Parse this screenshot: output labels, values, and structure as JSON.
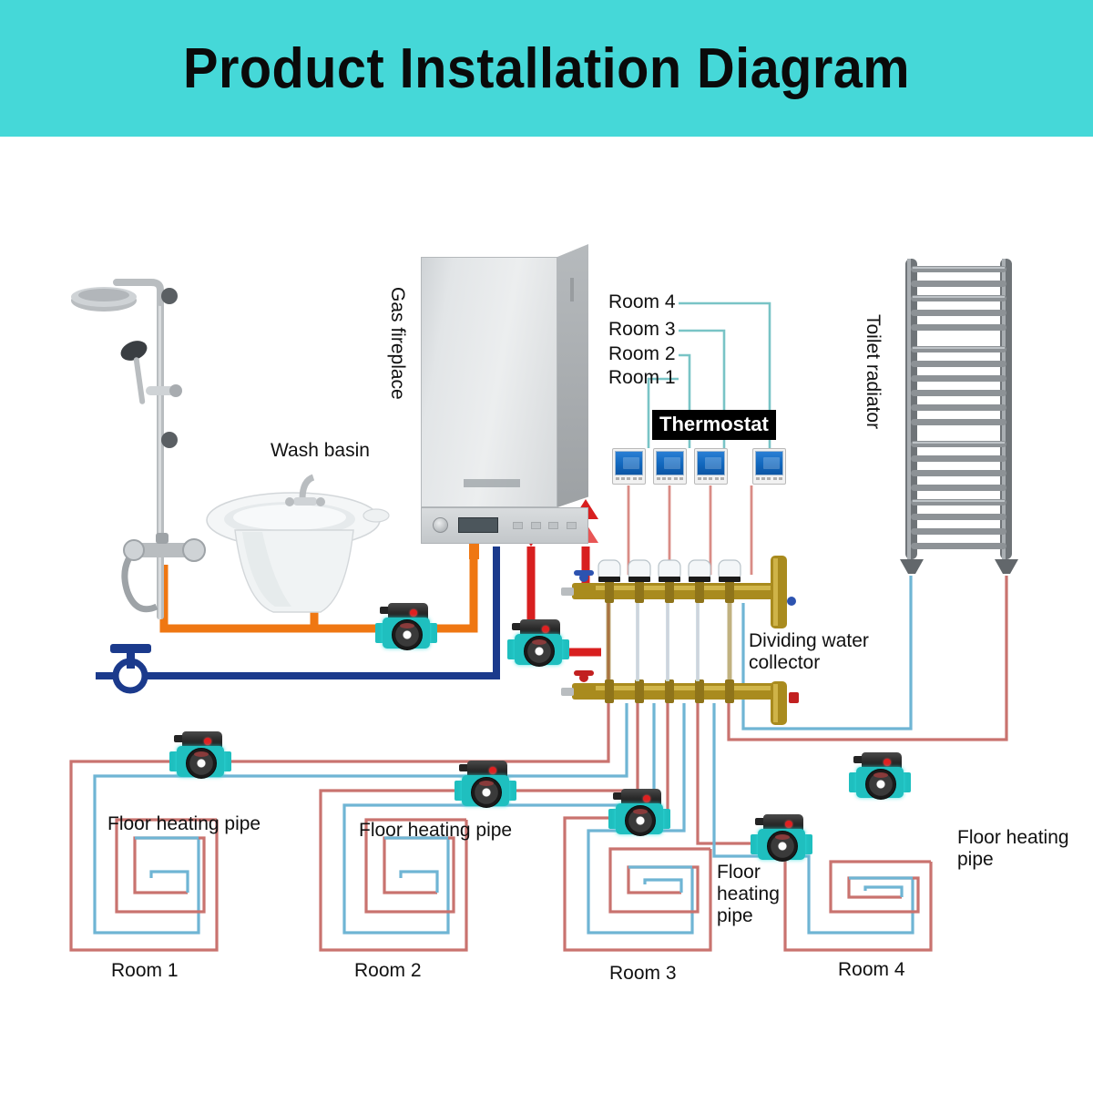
{
  "header": {
    "title": "Product Installation Diagram",
    "band_color": "#45d8d8"
  },
  "labels": {
    "gas_fireplace": "Gas fireplace",
    "wash_basin": "Wash basin",
    "toilet_radiator": "Toilet radiator",
    "thermostat": "Thermostat",
    "dividing_water_collector": "Dividing water\ncollector",
    "dividing_water_collector_line1": "Dividing water",
    "dividing_water_collector_line2": "collector",
    "floor_heating_pipe": "Floor heating pipe",
    "floor_heating_pipe_l1": "Floor",
    "floor_heating_pipe_l2": "heating",
    "floor_heating_pipe_l3": "pipe",
    "floor_heating_pipe_r1": "Floor heating",
    "floor_heating_pipe_r2": "pipe"
  },
  "thermostat_channels": [
    {
      "label": "Room 1"
    },
    {
      "label": "Room 2"
    },
    {
      "label": "Room 3"
    },
    {
      "label": "Room 4"
    }
  ],
  "rooms": [
    {
      "label": "Room 1",
      "pipe_label": "Floor heating pipe"
    },
    {
      "label": "Room 2",
      "pipe_label": "Floor heating pipe"
    },
    {
      "label": "Room 3",
      "pipe_label": "Floor heating pipe"
    },
    {
      "label": "Room 4",
      "pipe_label": "Floor heating pipe"
    }
  ],
  "colors": {
    "teal_band": "#45d8d8",
    "hot_water_orange": "#ef7712",
    "cold_water_blue": "#1b3a8c",
    "heating_flow_red": "#d81f1f",
    "floor_pipe_red": "#c9736f",
    "floor_pipe_blue": "#6fb5d4",
    "signal_wire_teal": "#79c4c6",
    "control_wire_pink": "#d98c86",
    "brass": "#a98b1e",
    "pump_body": "#1fbfbf",
    "pump_motor": "#262626",
    "pump_led": "#e02020",
    "thermostat_screen": "#1167bd"
  },
  "legend": {
    "arrows": [
      {
        "name": "domestic-hot-water-out",
        "direction": "down",
        "color": "#ef7712"
      },
      {
        "name": "cold-water-in",
        "direction": "up",
        "color": "#1b3a8c"
      },
      {
        "name": "heating-return",
        "direction": "down",
        "color": "#d81f1f"
      },
      {
        "name": "heating-flow",
        "direction": "up",
        "color": "#d81f1f"
      }
    ]
  },
  "counts": {
    "thermostats": 4,
    "manifold_circuits": 5,
    "pumps": 7,
    "rooms": 4
  }
}
